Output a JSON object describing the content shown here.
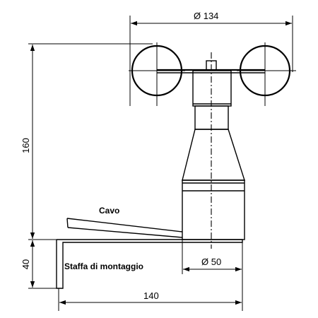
{
  "dimensions": {
    "cup_span": "Ø 134",
    "height_total": "160",
    "base_height": "40",
    "base_width": "140",
    "body_diameter": "Ø 50"
  },
  "labels": {
    "cable": "Cavo",
    "bracket": "Staffa di montaggio"
  }
}
